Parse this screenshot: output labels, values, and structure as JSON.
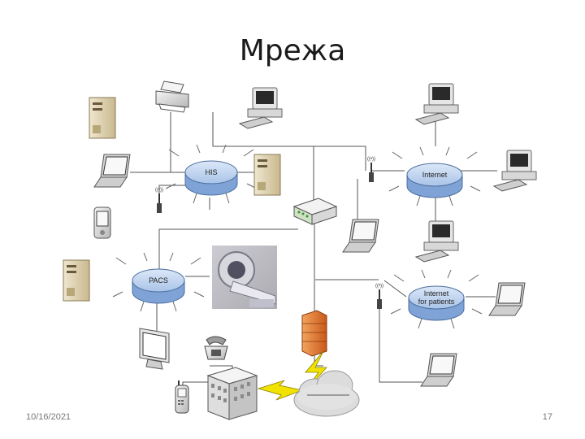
{
  "slide": {
    "title": "Мрежа",
    "date": "10/16/2021",
    "page_number": "17"
  },
  "hubs": {
    "his": "HIS",
    "pacs": "PACS",
    "internet": "Internet",
    "internet_patients_line1": "Internet",
    "internet_patients_line2": "for patients"
  },
  "colors": {
    "hub_top": "#c4d8f2",
    "hub_side": "#7fa3d6",
    "device_beige": "#e3d6b6",
    "monitor_body": "#e8e8e8",
    "firewall": "#e07a2c",
    "lightning": "#f2e200",
    "cloud": "#dadada",
    "lines": "#555555"
  },
  "icons": [
    "server-icon",
    "printer-icon",
    "workstation-icon",
    "laptop-icon",
    "wireless-ap-icon",
    "pda-icon",
    "router-icon",
    "mri-scanner-image",
    "firewall-icon",
    "telephone-icon",
    "building-icon",
    "cloud-icon",
    "lightning-icon",
    "cellphone-icon",
    "lcd-monitor-icon"
  ]
}
